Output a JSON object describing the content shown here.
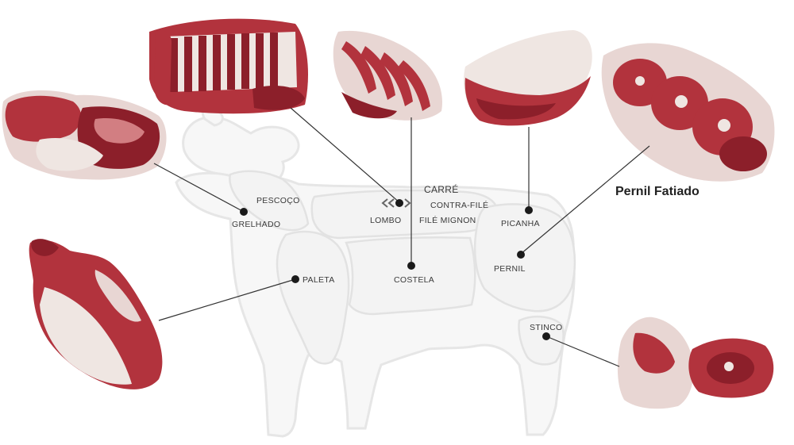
{
  "cuts": {
    "pescoco": "PESCOÇO",
    "grelhado": "GRELHADO",
    "carre": "CARRÉ",
    "lombo": "LOMBO",
    "contra_file": "CONTRA-FILÉ",
    "file_mignon": "FILÉ MIGNON",
    "picanha": "PICANHA",
    "pernil": "PERNIL",
    "paleta": "PALETA",
    "costela": "COSTELA",
    "stinco": "STINCO"
  },
  "callouts": {
    "pernil_fatiado": "Pernil Fatiado"
  },
  "colors": {
    "silhouette": "#f7f7f7",
    "outline": "#e2e2e2",
    "leader": "#333333",
    "dot": "#1a1a1a",
    "meat": "#b2333d",
    "fat": "#efe6e2"
  }
}
